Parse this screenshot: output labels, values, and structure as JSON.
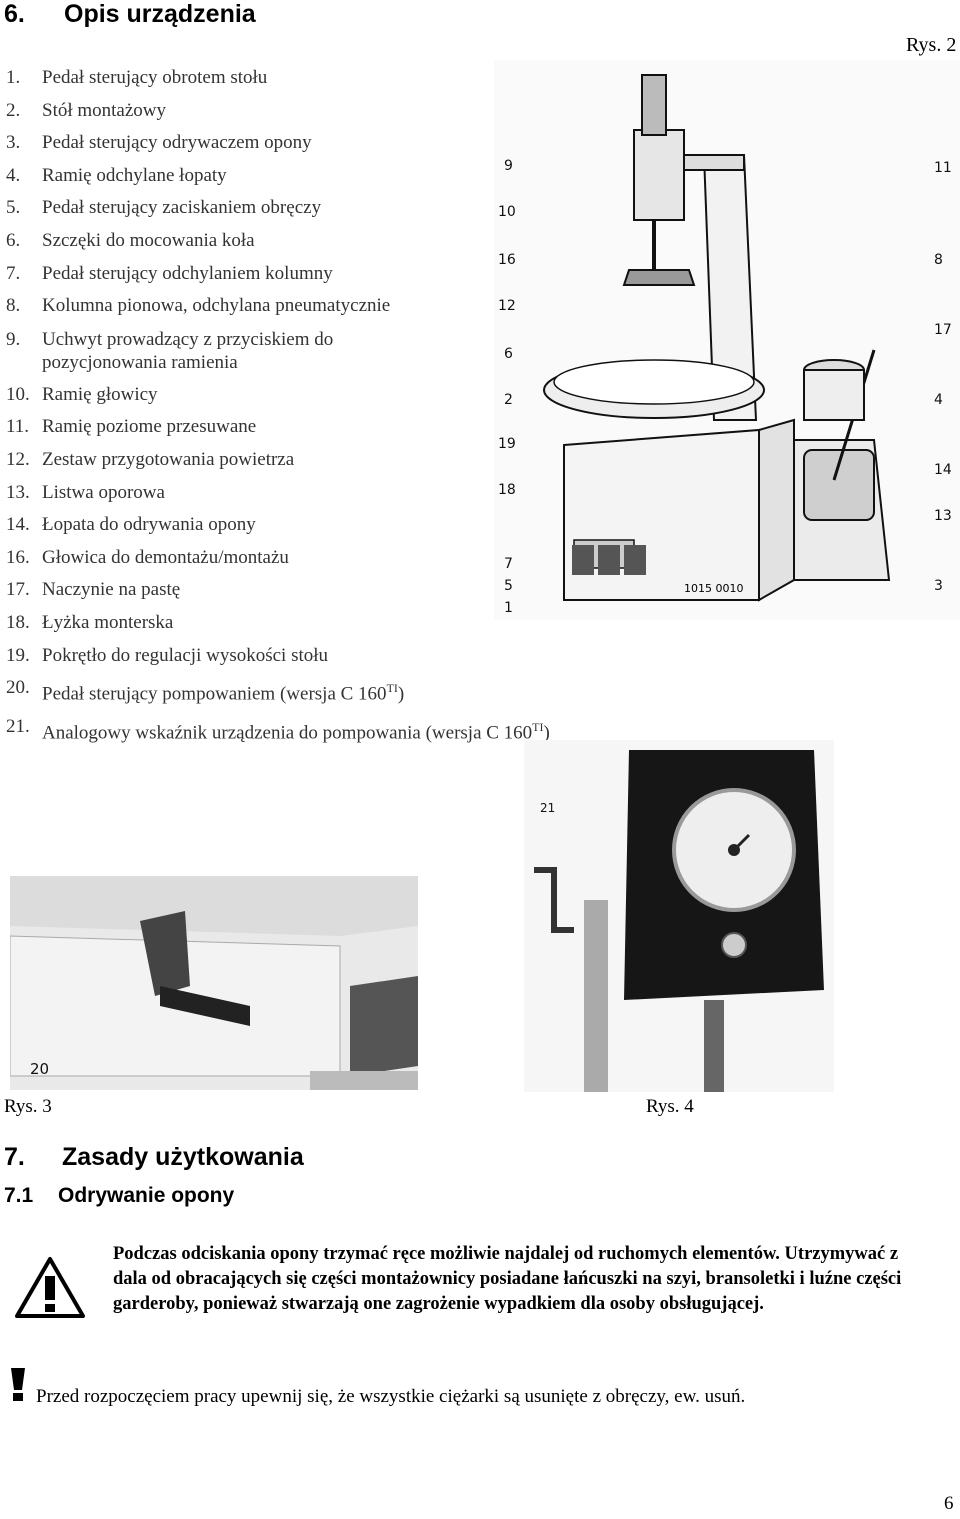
{
  "section6": {
    "number": "6.",
    "title": "Opis urządzenia"
  },
  "figure2": {
    "caption": "Rys. 2",
    "code": "1015 0010",
    "callouts_left": [
      "9",
      "10",
      "16",
      "12",
      "6",
      "2",
      "19",
      "18",
      "7",
      "5",
      "1"
    ],
    "callouts_right": [
      "11",
      "8",
      "17",
      "4",
      "14",
      "13",
      "3"
    ]
  },
  "parts": [
    {
      "num": "1.",
      "text": "Pedał sterujący obrotem stołu"
    },
    {
      "num": "2.",
      "text": "Stół montażowy"
    },
    {
      "num": "3.",
      "text": "Pedał sterujący odrywaczem opony"
    },
    {
      "num": "4.",
      "text": "Ramię odchylane łopaty"
    },
    {
      "num": "5.",
      "text": "Pedał sterujący zaciskaniem obręczy"
    },
    {
      "num": "6.",
      "text": "Szczęki do mocowania koła"
    },
    {
      "num": "7.",
      "text": "Pedał sterujący odchylaniem kolumny"
    },
    {
      "num": "8.",
      "text": "Kolumna pionowa, odchylana pneumatycznie"
    },
    {
      "num": "9.",
      "text": "Uchwyt prowadzący z przyciskiem do",
      "text2": "pozycjonowania ramienia"
    },
    {
      "num": "10.",
      "text": "Ramię głowicy"
    },
    {
      "num": "11.",
      "text": "Ramię poziome przesuwane"
    },
    {
      "num": "12.",
      "text": "Zestaw przygotowania powietrza"
    },
    {
      "num": "13.",
      "text": "Listwa oporowa"
    },
    {
      "num": "14.",
      "text": "Łopata do odrywania opony"
    },
    {
      "num": "16.",
      "text": "Głowica do demontażu/montażu"
    },
    {
      "num": "17.",
      "text": "Naczynie na pastę"
    },
    {
      "num": "18.",
      "text": "Łyżka monterska"
    },
    {
      "num": "19.",
      "text": "Pokrętło do regulacji wysokości stołu"
    },
    {
      "num": "20.",
      "text": "Pedał sterujący pompowaniem (wersja C 160",
      "sup": "TI",
      "after": ")"
    },
    {
      "num": "21.",
      "text": "Analogowy wskaźnik urządzenia do pompowania (wersja C 160",
      "sup": "TI",
      "after": ")"
    }
  ],
  "figure3": {
    "caption": "Rys. 3",
    "callout": "20"
  },
  "figure4": {
    "caption": "Rys. 4",
    "callout": "21"
  },
  "section7": {
    "number": "7.",
    "title": "Zasady użytkowania"
  },
  "section71": {
    "number": "7.1",
    "title": "Odrywanie opony"
  },
  "warning": {
    "text": "Podczas odciskania opony trzymać ręce możliwie najdalej od ruchomych elementów. Utrzymywać z dala od obracających się części montażownicy posiadane łańcuszki na szyi, bransoletki i luźne części garderoby, ponieważ stwarzają one zagrożenie wypadkiem dla osoby obsługującej."
  },
  "note": {
    "text": "Przed rozpoczęciem pracy upewnij się, że wszystkie ciężarki są usunięte z obręczy, ew. usuń."
  },
  "page_number": "6"
}
